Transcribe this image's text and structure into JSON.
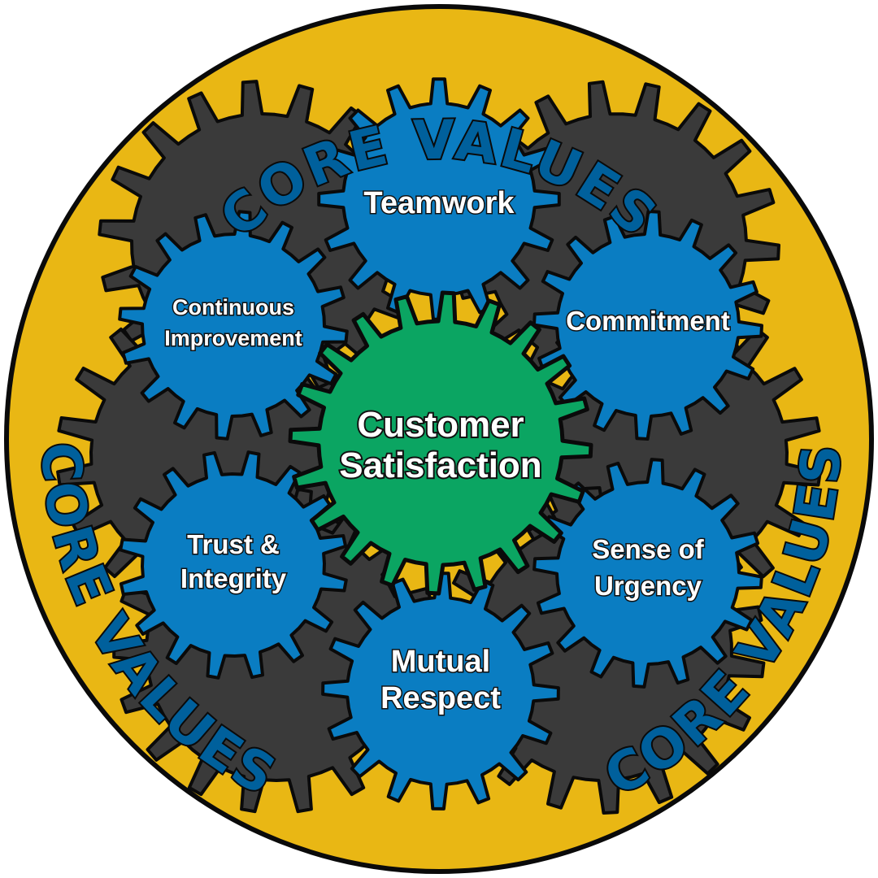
{
  "ring": {
    "top_text": "CORE VALUES",
    "left_text": "CORE VALUES",
    "right_text": "CORE VALUES"
  },
  "gears": {
    "teamwork": {
      "line1": "Teamwork"
    },
    "continuous_improvement": {
      "line1": "Continuous",
      "line2": "Improvement"
    },
    "commitment": {
      "line1": "Commitment"
    },
    "trust_integrity": {
      "line1": "Trust &",
      "line2": "Integrity"
    },
    "sense_of_urgency": {
      "line1": "Sense of",
      "line2": "Urgency"
    },
    "mutual_respect": {
      "line1": "Mutual",
      "line2": "Respect"
    },
    "customer_satisfaction": {
      "line1": "Customer",
      "line2": "Satisfaction"
    }
  },
  "colors": {
    "ring_fill": "#E9B714",
    "ring_text": "#00609C",
    "dark_gear": "#3A3A3A",
    "blue_gear": "#0A7DC2",
    "center_gear": "#0BA562",
    "outline": "#0a0a0a"
  }
}
